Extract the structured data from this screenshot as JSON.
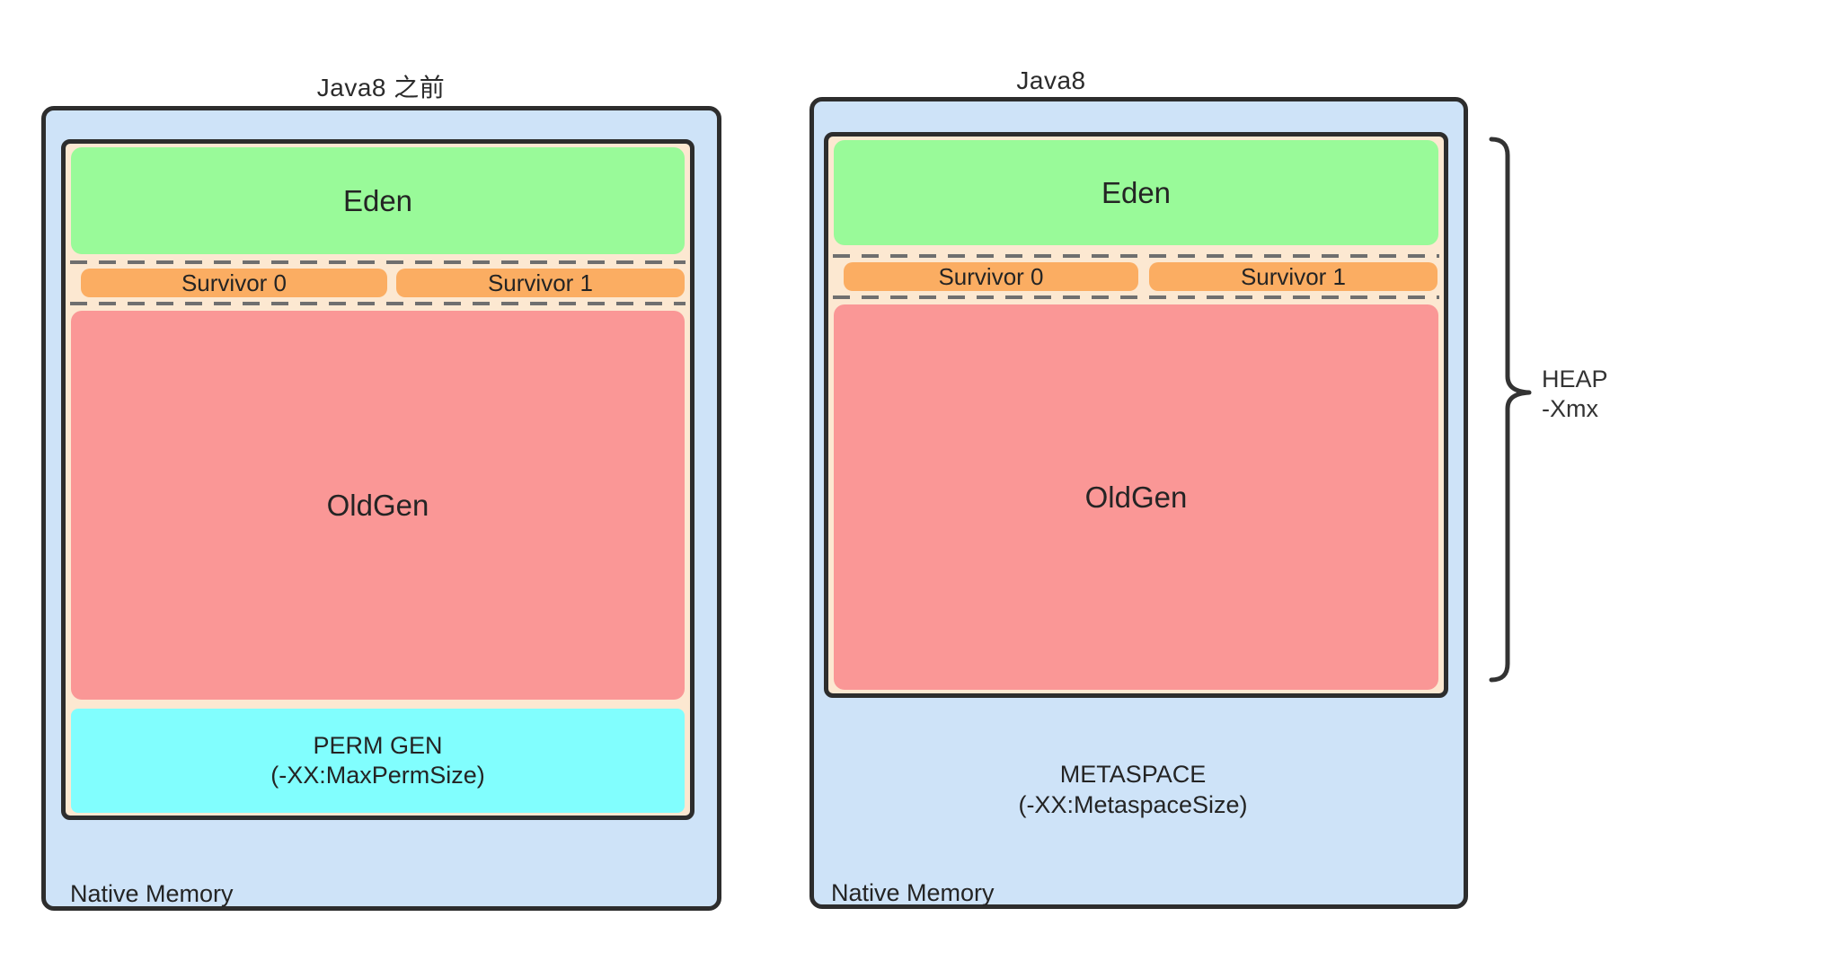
{
  "left_diagram": {
    "title": "Java8 之前",
    "native_label": "Native Memory",
    "regions": {
      "eden": "Eden",
      "survivor0": "Survivor 0",
      "survivor1": "Survivor 1",
      "oldgen": "OldGen",
      "permgen_line1": "PERM GEN",
      "permgen_line2": "(-XX:MaxPermSize)"
    }
  },
  "right_diagram": {
    "title": "Java8",
    "native_label": "Native Memory",
    "regions": {
      "eden": "Eden",
      "survivor0": "Survivor 0",
      "survivor1": "Survivor 1",
      "oldgen": "OldGen",
      "metaspace_line1": "METASPACE",
      "metaspace_line2": "(-XX:MetaspaceSize)"
    }
  },
  "heap_annotation": {
    "line1": "HEAP",
    "line2": "-Xmx"
  },
  "colors": {
    "native_memory_fill": "#cee3f8",
    "heap_fill": "#fce8d1",
    "eden_fill": "#99fa99",
    "survivor_fill": "#fbad62",
    "oldgen_fill": "#fa9796",
    "permgen_fill": "#81fefe",
    "border": "#2d2d2d",
    "dash": "#6f6f6f",
    "text": "#242424"
  }
}
